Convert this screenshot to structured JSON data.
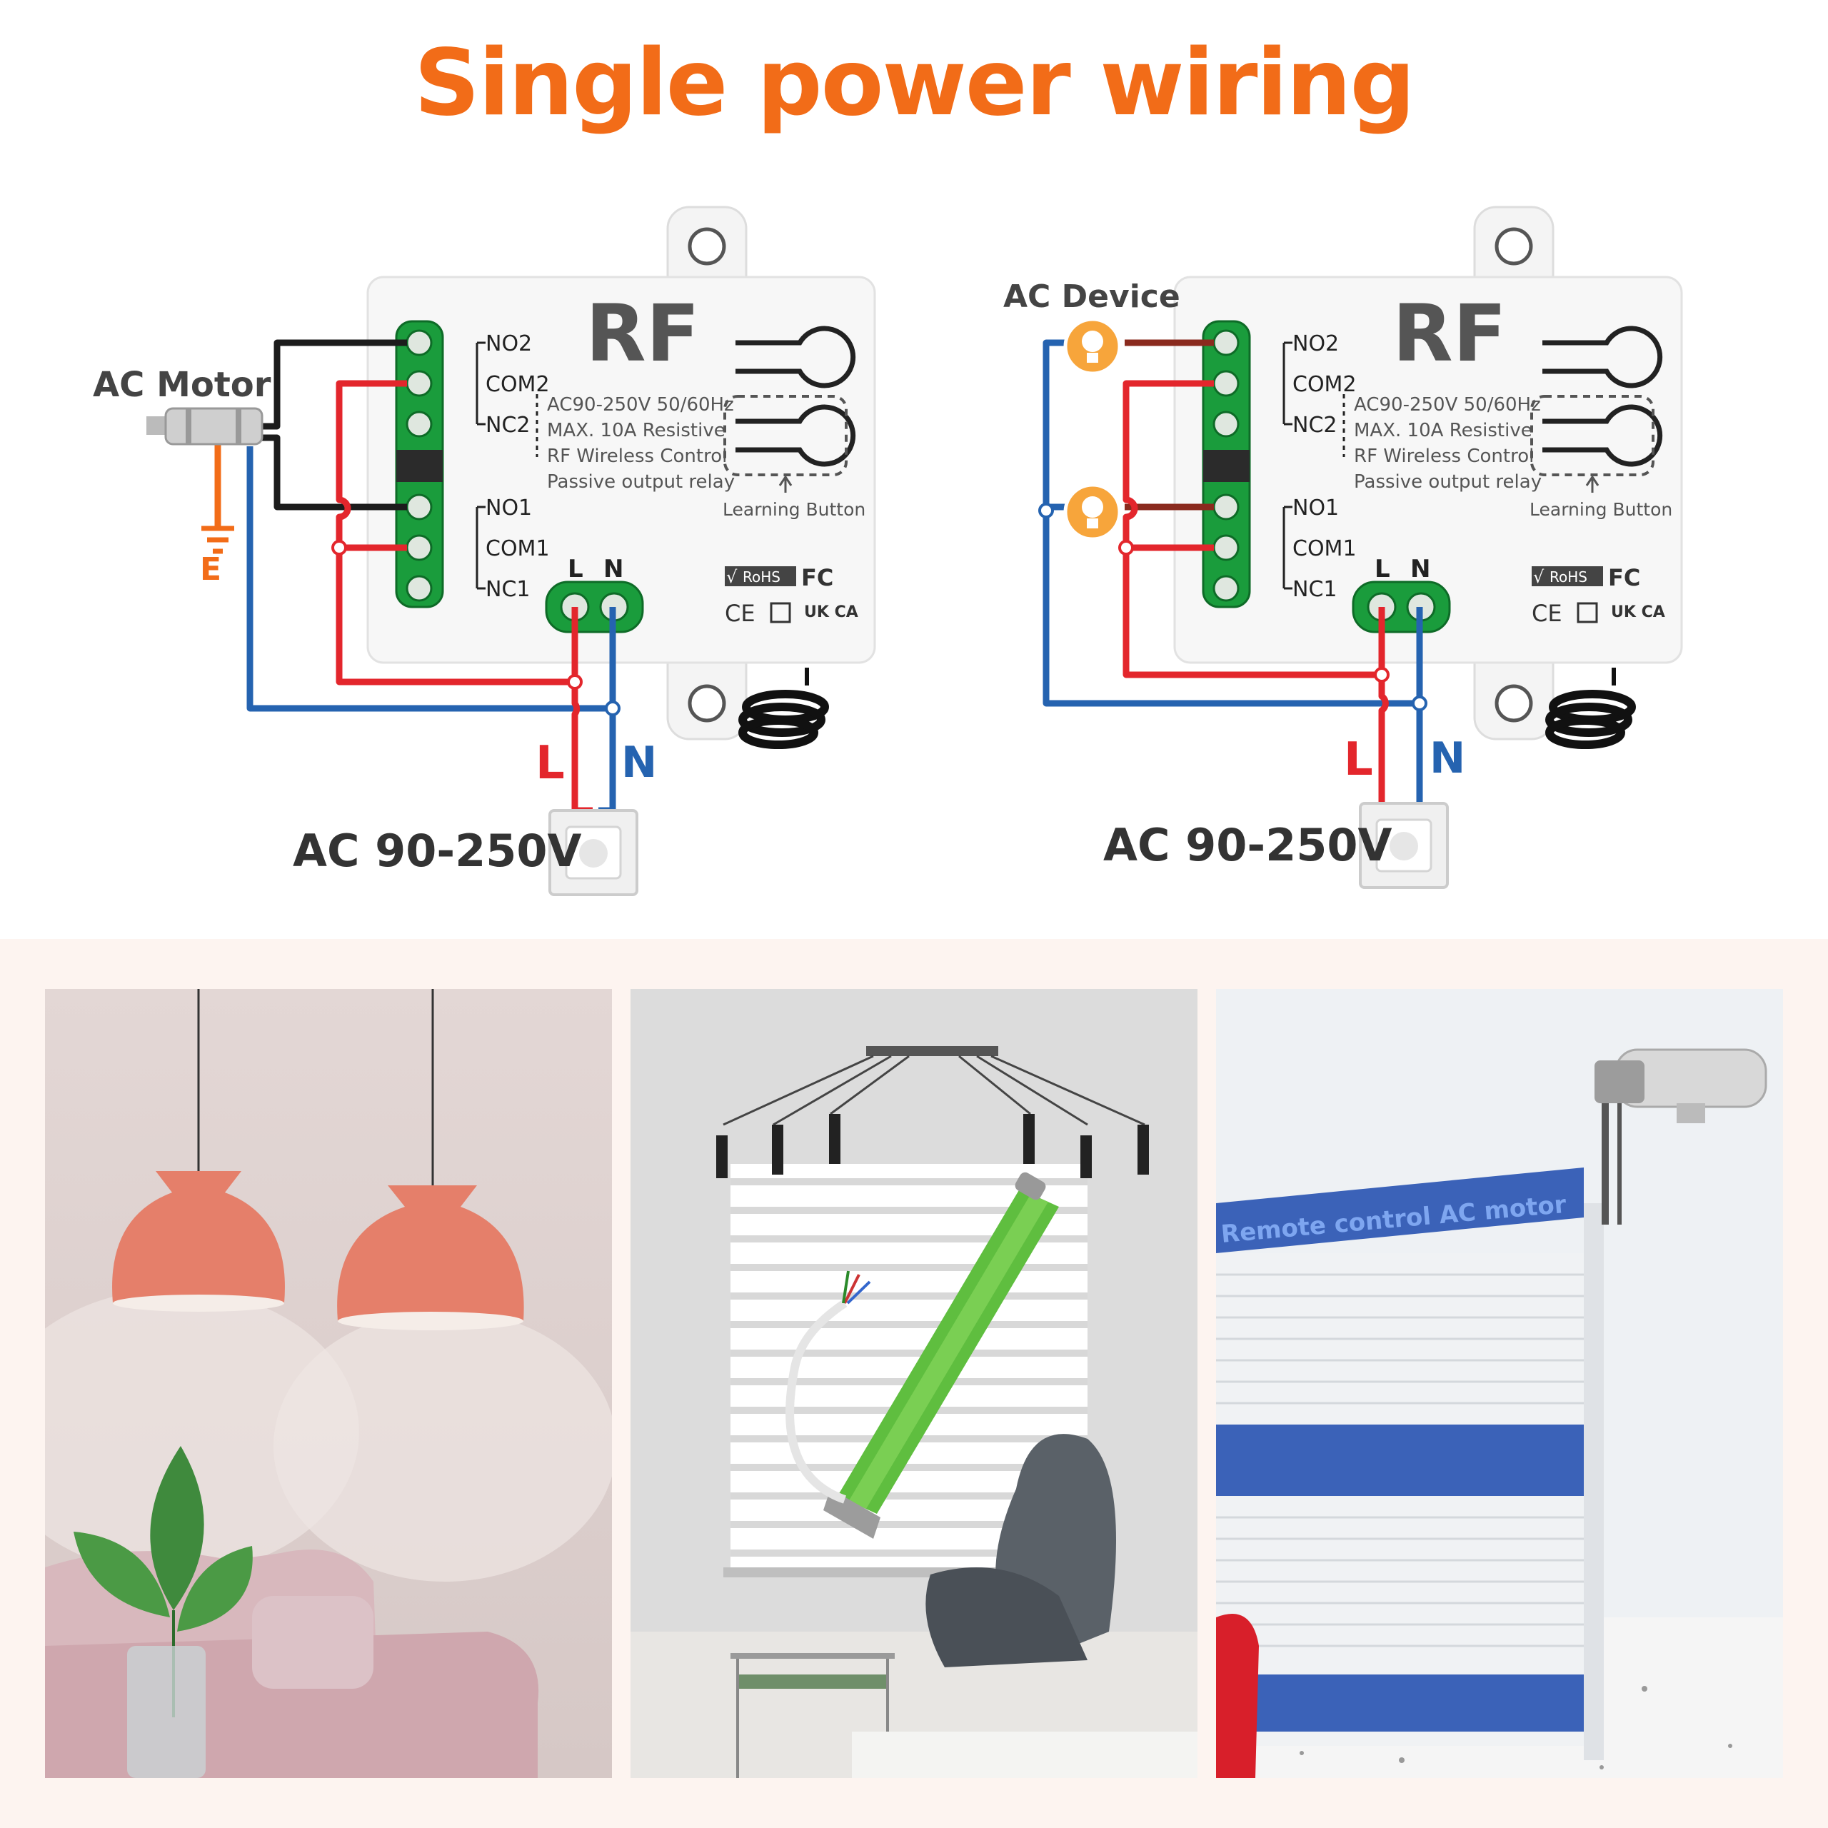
{
  "title": "Single power wiring",
  "module": {
    "brand": "RF",
    "spec_lines": [
      "AC90-250V 50/60Hz",
      "MAX. 10A  Resistive",
      "RF Wireless Control",
      "Passive output relay"
    ],
    "learning_button": "Learning Button",
    "terminals": [
      "NO2",
      "COM2",
      "NC2",
      "NO1",
      "COM1",
      "NC1"
    ],
    "power_terminals": [
      "L",
      "N"
    ],
    "certs": {
      "rohs": "RoHS",
      "fc": "FC",
      "ce": "CE",
      "ukca": "UK CA"
    }
  },
  "left_diagram": {
    "device_label": "AC Motor",
    "ground_label": "E",
    "line_label": "L",
    "neutral_label": "N",
    "supply_label": "AC 90-250V"
  },
  "right_diagram": {
    "device_label": "AC Device",
    "line_label": "L",
    "neutral_label": "N",
    "supply_label": "AC 90-250V"
  },
  "photos": [
    {
      "name": "pendant-lamps",
      "caption": ""
    },
    {
      "name": "tubular-blind-motor",
      "caption": ""
    },
    {
      "name": "garage-shutter",
      "caption": "Remote control AC motor"
    }
  ],
  "colors": {
    "title": "#f26c18",
    "line": "#e3262c",
    "neutral": "#2563b0",
    "ground": "#f26c18",
    "terminal": "#1a9c3c",
    "wire_black": "#1c1c1c",
    "wire_brown": "#8a2a1e"
  }
}
